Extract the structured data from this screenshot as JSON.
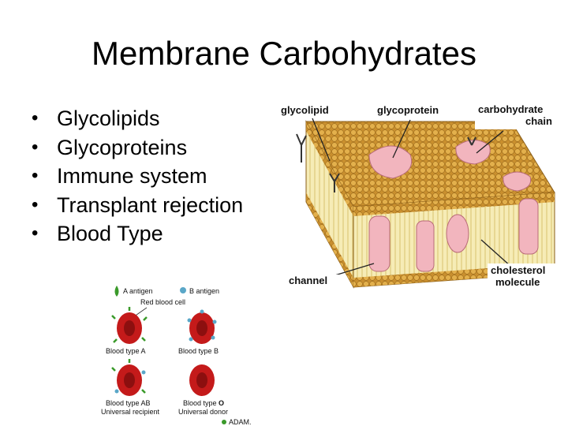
{
  "slide": {
    "title": "Membrane Carbohydrates",
    "bullets": [
      "Glycolipids",
      "Glycoproteins",
      "Immune system",
      "Transplant rejection",
      "Blood Type"
    ]
  },
  "membrane_figure": {
    "labels": {
      "glycolipid": "glycolipid",
      "glycoprotein": "glycoprotein",
      "carb_line1": "carbohydrate",
      "carb_line2": "chain",
      "channel": "channel",
      "chol_line1": "cholesterol",
      "chol_line2": "molecule"
    },
    "colors": {
      "head": "#d9a441",
      "tail": "#f1e39a",
      "protein": "#f2b5be",
      "label": "#111111"
    }
  },
  "blood_figure": {
    "legend_a": "A antigen",
    "legend_b": "B antigen",
    "cell_label": "Red blood cell",
    "type_a": "Blood type A",
    "type_b": "Blood type B",
    "type_ab": "Blood type AB",
    "type_o_prefix": "Blood type",
    "type_o_letter": "O",
    "universal_recipient": "Universal recipient",
    "universal_donor": "Universal donor",
    "brand": "ADAM.",
    "colors": {
      "cell": "#c41a1a",
      "a_antigen": "#3a9a2a",
      "b_antigen": "#5aa7c8"
    }
  }
}
